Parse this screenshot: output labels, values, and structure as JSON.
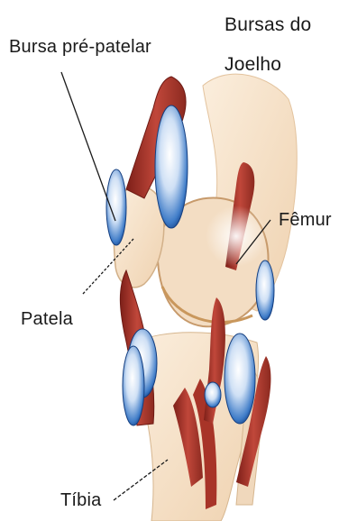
{
  "diagram": {
    "title_line1": "Bursas do",
    "title_line2": "Joelho",
    "labels": {
      "prepatellar_bursa": "Bursa pré-patelar",
      "femur": "Fêmur",
      "patella": "Patela",
      "tibia": "Tíbia"
    },
    "colors": {
      "bone": "#f4dcc0",
      "bone_shade": "#d9b48c",
      "muscle": "#b03a2e",
      "muscle_dark": "#7d1f18",
      "bursa": "#1f5fb0",
      "bursa_light": "#cfe0f5",
      "leader_line": "#1a1a1a"
    }
  }
}
